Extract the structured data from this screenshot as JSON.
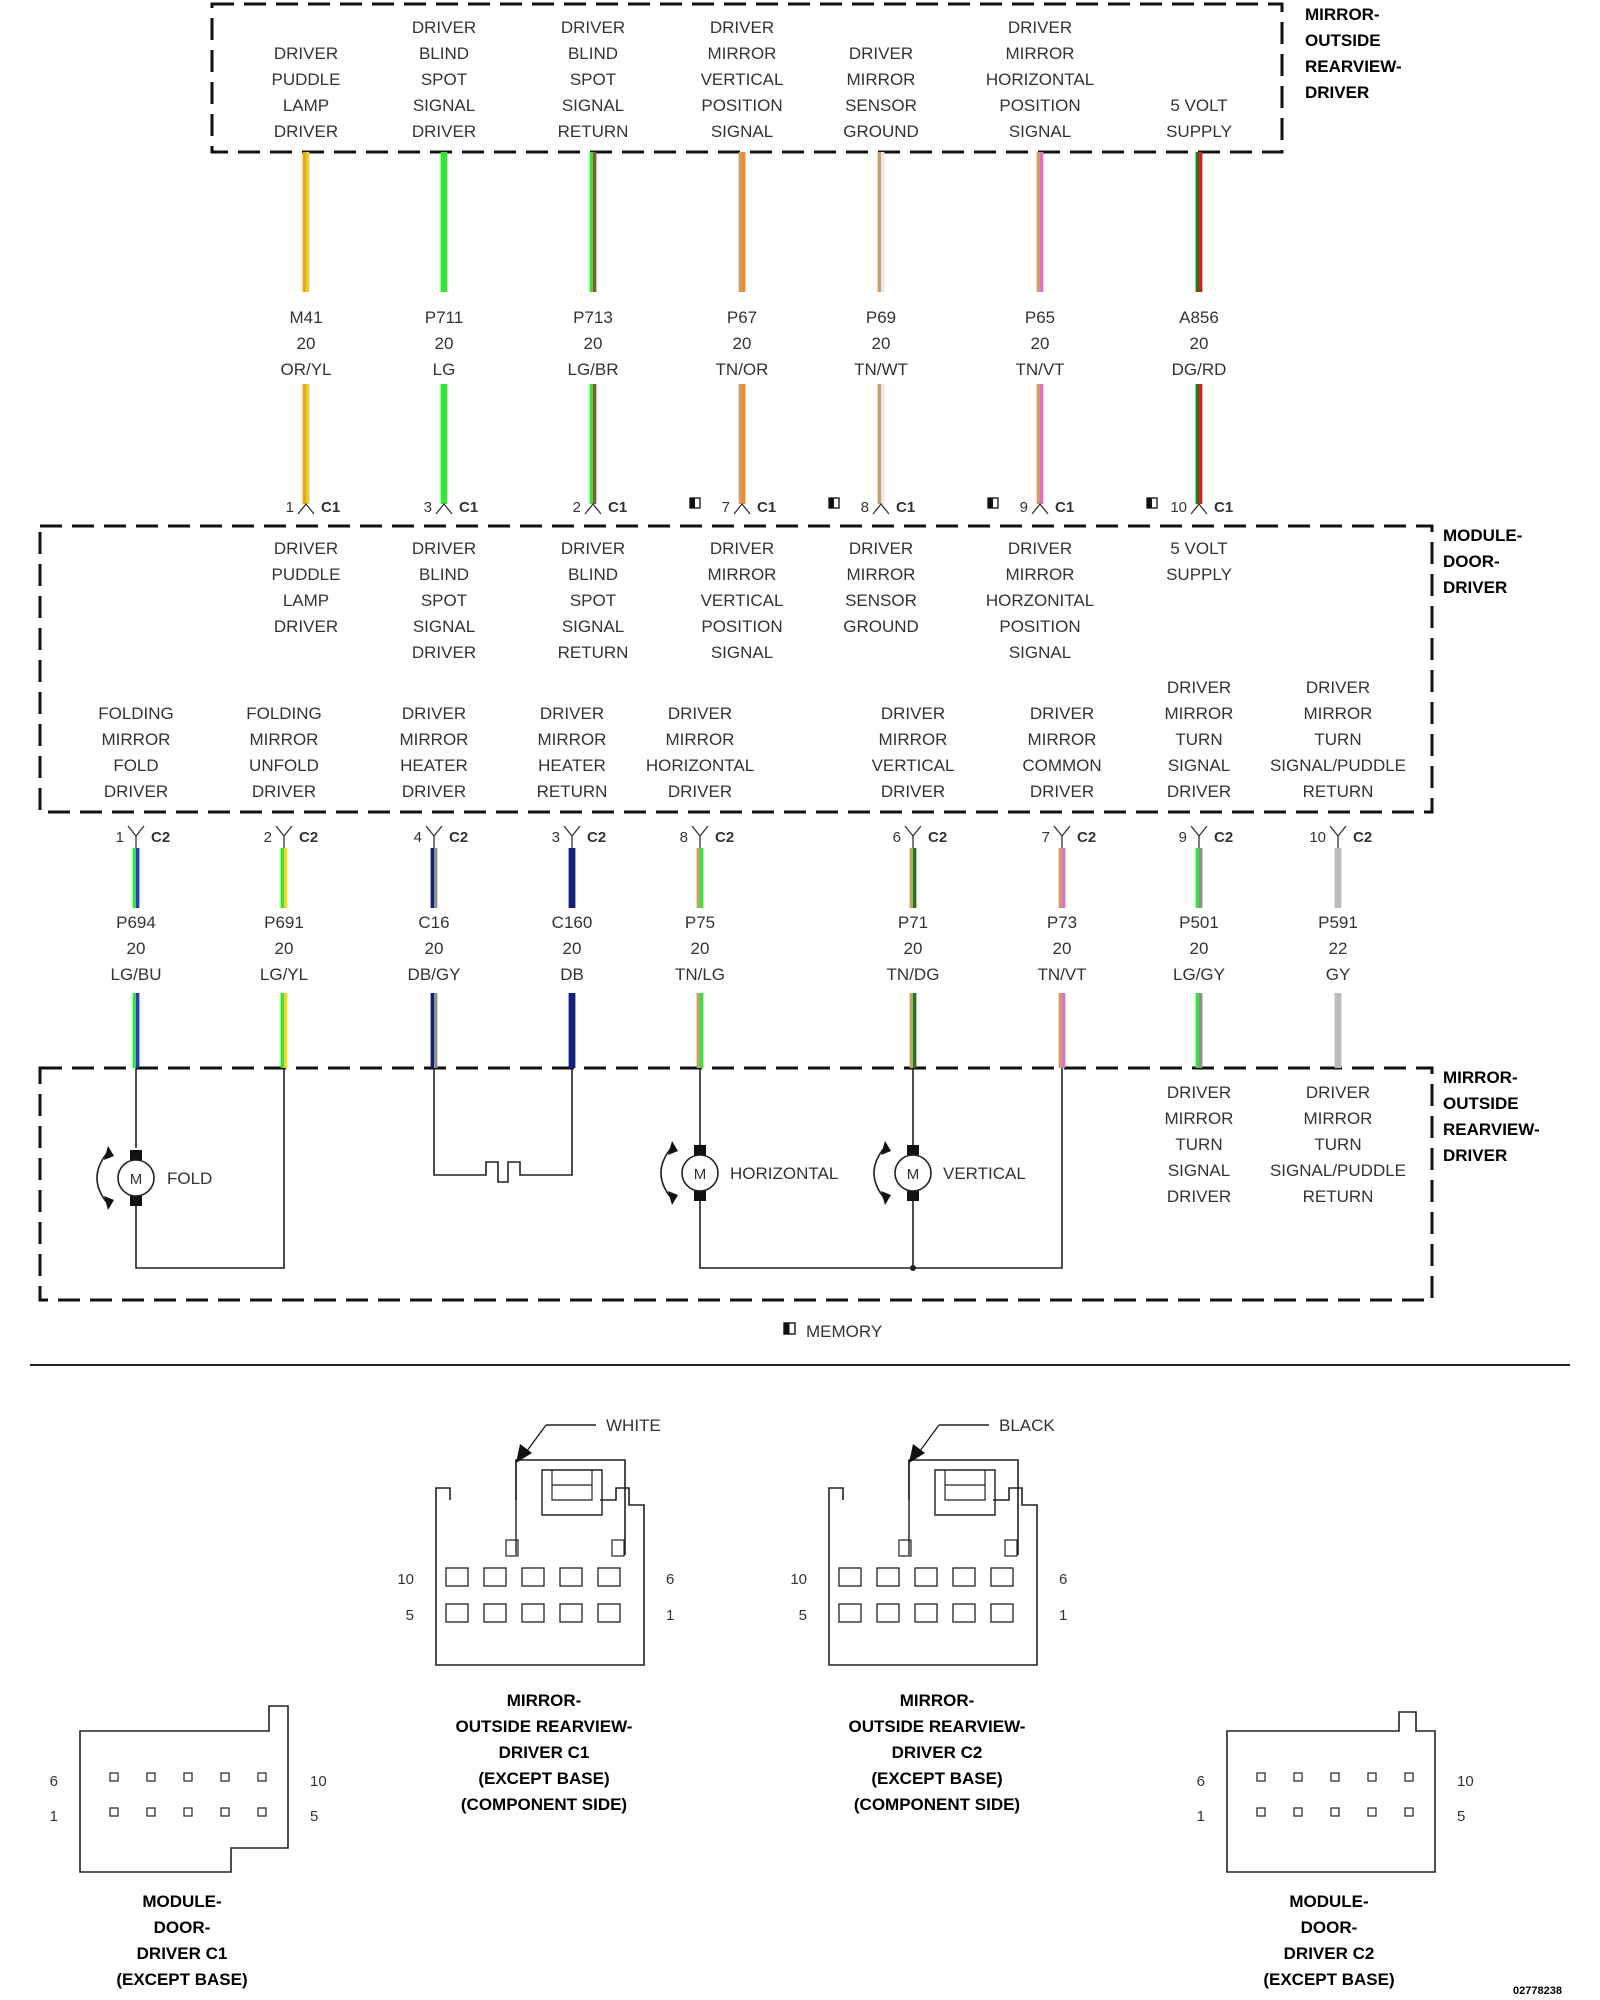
{
  "components": {
    "mirror_top": {
      "name": [
        "MIRROR-",
        "OUTSIDE",
        "REARVIEW-",
        "DRIVER"
      ]
    },
    "module": {
      "name": [
        "MODULE-",
        "DOOR-",
        "DRIVER"
      ]
    },
    "mirror_bottom": {
      "name": [
        "MIRROR-",
        "OUTSIDE",
        "REARVIEW-",
        "DRIVER"
      ]
    }
  },
  "c1_circuits": [
    {
      "mirror_func": [
        "DRIVER",
        "PUDDLE",
        "LAMP",
        "DRIVER"
      ],
      "code": "M41",
      "gauge": "20",
      "color": "OR/YL",
      "pin": "1",
      "conn": "C1",
      "memory": false,
      "module_func": [
        "DRIVER",
        "PUDDLE",
        "LAMP",
        "DRIVER"
      ],
      "c1": "#f0a020",
      "c2": "#e8d020"
    },
    {
      "mirror_func": [
        "DRIVER",
        "BLIND",
        "SPOT",
        "SIGNAL",
        "DRIVER"
      ],
      "code": "P711",
      "gauge": "20",
      "color": "LG",
      "pin": "3",
      "conn": "C1",
      "memory": false,
      "module_func": [
        "DRIVER",
        "BLIND",
        "SPOT",
        "SIGNAL",
        "DRIVER"
      ],
      "c1": "#33e633",
      "c2": "#33e633"
    },
    {
      "mirror_func": [
        "DRIVER",
        "BLIND",
        "SPOT",
        "SIGNAL",
        "RETURN"
      ],
      "code": "P713",
      "gauge": "20",
      "color": "LG/BR",
      "pin": "2",
      "conn": "C1",
      "memory": false,
      "module_func": [
        "DRIVER",
        "BLIND",
        "SPOT",
        "SIGNAL",
        "RETURN"
      ],
      "c1": "#33e633",
      "c2": "#8a5a2b"
    },
    {
      "mirror_func": [
        "DRIVER",
        "MIRROR",
        "VERTICAL",
        "POSITION",
        "SIGNAL"
      ],
      "code": "P67",
      "gauge": "20",
      "color": "TN/OR",
      "pin": "7",
      "conn": "C1",
      "memory": true,
      "module_func": [
        "DRIVER",
        "MIRROR",
        "VERTICAL",
        "POSITION",
        "SIGNAL"
      ],
      "c1": "#c8a070",
      "c2": "#f08a20"
    },
    {
      "mirror_func": [
        "DRIVER",
        "MIRROR",
        "SENSOR",
        "GROUND"
      ],
      "code": "P69",
      "gauge": "20",
      "color": "TN/WT",
      "pin": "8",
      "conn": "C1",
      "memory": true,
      "module_func": [
        "DRIVER",
        "MIRROR",
        "SENSOR",
        "GROUND"
      ],
      "c1": "#c8a070",
      "c2": "#e8e8e8"
    },
    {
      "mirror_func": [
        "DRIVER",
        "MIRROR",
        "HORIZONTAL",
        "POSITION",
        "SIGNAL"
      ],
      "code": "P65",
      "gauge": "20",
      "color": "TN/VT",
      "pin": "9",
      "conn": "C1",
      "memory": true,
      "module_func": [
        "DRIVER",
        "MIRROR",
        "HORZONITAL",
        "POSITION",
        "SIGNAL"
      ],
      "c1": "#c8a070",
      "c2": "#e070c0"
    },
    {
      "mirror_func": [
        "5 VOLT",
        "SUPPLY"
      ],
      "code": "A856",
      "gauge": "20",
      "color": "DG/RD",
      "pin": "10",
      "conn": "C1",
      "memory": true,
      "module_func": [
        "5 VOLT",
        "SUPPLY"
      ],
      "c1": "#1e7a1e",
      "c2": "#d02020"
    }
  ],
  "c2_circuits": [
    {
      "module_func": [
        "FOLDING",
        "MIRROR",
        "FOLD",
        "DRIVER"
      ],
      "code": "P694",
      "gauge": "20",
      "color": "LG/BU",
      "pin": "1",
      "conn": "C2",
      "c1": "#33e633",
      "c2": "#2040c0"
    },
    {
      "module_func": [
        "FOLDING",
        "MIRROR",
        "UNFOLD",
        "DRIVER"
      ],
      "code": "P691",
      "gauge": "20",
      "color": "LG/YL",
      "pin": "2",
      "conn": "C2",
      "c1": "#33e633",
      "c2": "#e8e020"
    },
    {
      "module_func": [
        "DRIVER",
        "MIRROR",
        "HEATER",
        "DRIVER"
      ],
      "code": "C16",
      "gauge": "20",
      "color": "DB/GY",
      "pin": "4",
      "conn": "C2",
      "c1": "#102080",
      "c2": "#909090"
    },
    {
      "module_func": [
        "DRIVER",
        "MIRROR",
        "HEATER",
        "RETURN"
      ],
      "code": "C160",
      "gauge": "20",
      "color": "DB",
      "pin": "3",
      "conn": "C2",
      "c1": "#102080",
      "c2": "#102080"
    },
    {
      "module_func": [
        "DRIVER",
        "MIRROR",
        "HORIZONTAL",
        "DRIVER"
      ],
      "code": "P75",
      "gauge": "20",
      "color": "TN/LG",
      "pin": "8",
      "conn": "C2",
      "c1": "#c8a070",
      "c2": "#33e633"
    },
    {
      "module_func": [
        "DRIVER",
        "MIRROR",
        "VERTICAL",
        "DRIVER"
      ],
      "code": "P71",
      "gauge": "20",
      "color": "TN/DG",
      "pin": "6",
      "conn": "C2",
      "c1": "#c8a070",
      "c2": "#1e7a1e"
    },
    {
      "module_func": [
        "DRIVER",
        "MIRROR",
        "COMMON",
        "DRIVER"
      ],
      "code": "P73",
      "gauge": "20",
      "color": "TN/VT",
      "pin": "7",
      "conn": "C2",
      "c1": "#c8a070",
      "c2": "#e070c0"
    },
    {
      "module_func": [
        "DRIVER",
        "MIRROR",
        "TURN",
        "SIGNAL",
        "DRIVER"
      ],
      "code": "P501",
      "gauge": "20",
      "color": "LG/GY",
      "pin": "9",
      "conn": "C2",
      "c1": "#33e633",
      "c2": "#909090"
    },
    {
      "module_func": [
        "DRIVER",
        "MIRROR",
        "TURN",
        "SIGNAL/PUDDLE",
        "RETURN"
      ],
      "code": "P591",
      "gauge": "22",
      "color": "GY",
      "pin": "10",
      "conn": "C2",
      "c1": "#bbbbbb",
      "c2": "#bbbbbb"
    }
  ],
  "mirror_bottom_funcs": [
    [
      "DRIVER",
      "MIRROR",
      "TURN",
      "SIGNAL",
      "DRIVER"
    ],
    [
      "DRIVER",
      "MIRROR",
      "TURN",
      "SIGNAL/PUDDLE",
      "RETURN"
    ]
  ],
  "motor_labels": {
    "symbol": "M",
    "fold": "FOLD",
    "horizontal": "HORIZONTAL",
    "vertical": "VERTICAL"
  },
  "legend": {
    "memory": "MEMORY"
  },
  "connector_views": {
    "mirror_c1": {
      "latch_color": "WHITE",
      "pins": [
        "10",
        "6",
        "5",
        "1"
      ],
      "caption": [
        "MIRROR-",
        "OUTSIDE REARVIEW-",
        "DRIVER C1",
        "(EXCEPT BASE)",
        "(COMPONENT SIDE)"
      ]
    },
    "mirror_c2": {
      "latch_color": "BLACK",
      "pins": [
        "10",
        "6",
        "5",
        "1"
      ],
      "caption": [
        "MIRROR-",
        "OUTSIDE REARVIEW-",
        "DRIVER C2",
        "(EXCEPT BASE)",
        "(COMPONENT SIDE)"
      ]
    },
    "module_c1": {
      "pins": [
        "6",
        "10",
        "1",
        "5"
      ],
      "caption": [
        "MODULE-",
        "DOOR-",
        "DRIVER C1",
        "(EXCEPT BASE)"
      ]
    },
    "module_c2": {
      "pins": [
        "6",
        "10",
        "1",
        "5"
      ],
      "caption": [
        "MODULE-",
        "DOOR-",
        "DRIVER C2",
        "(EXCEPT BASE)"
      ]
    }
  },
  "figure_id": "02778238"
}
